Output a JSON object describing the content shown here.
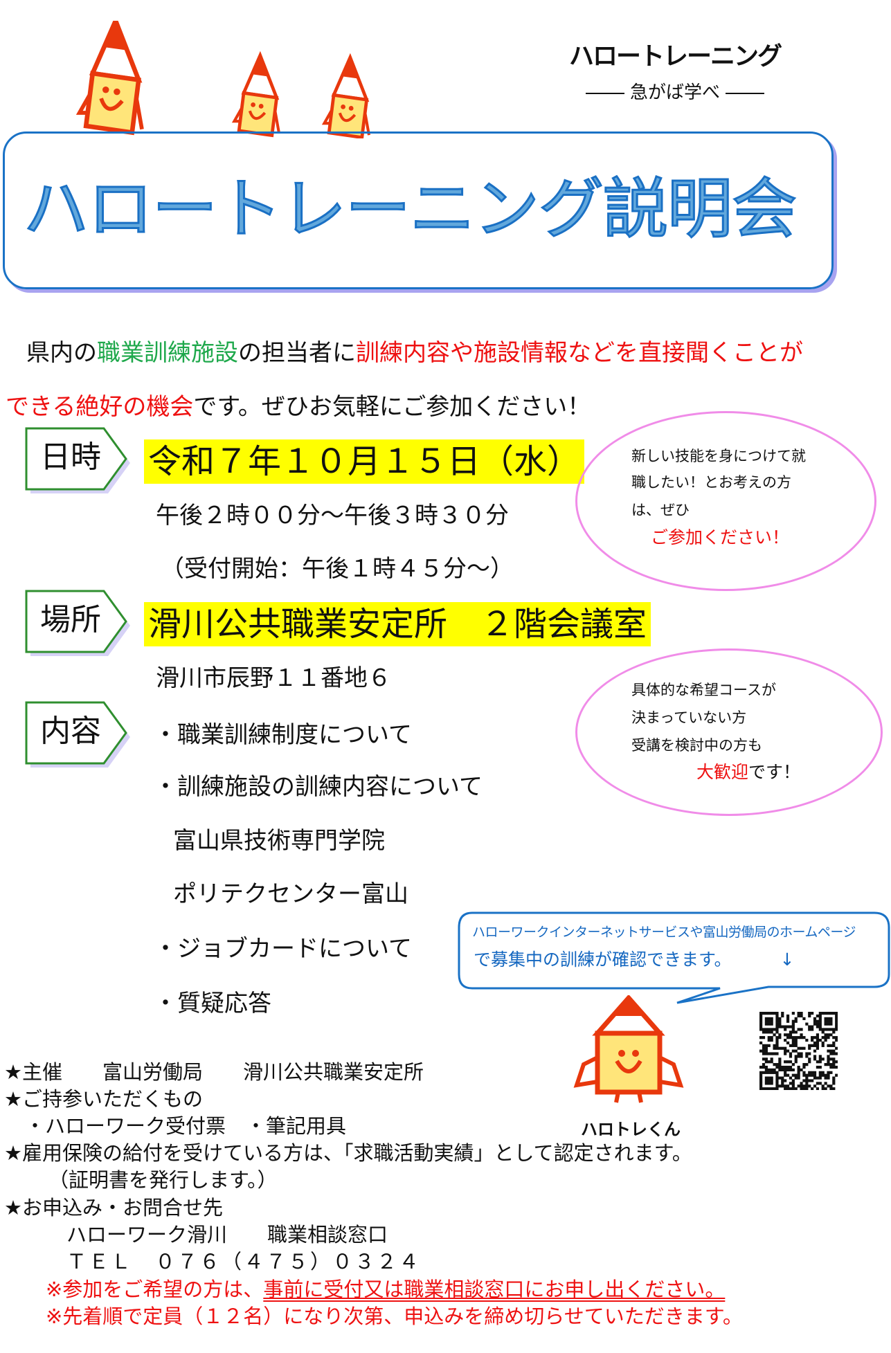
{
  "logo": {
    "main": "ハロートレーニング",
    "sub": "急がば学べ"
  },
  "title": "ハロートレーニング説明会",
  "intro": {
    "line1_a": "県内の",
    "line1_b": "職業訓練施設",
    "line1_c": "の担当者に",
    "line1_d": "訓練内容や施設情報などを直接聞くことが",
    "line2_a": "できる絶好の機会",
    "line2_b": "です。ぜひお気軽にご参加ください！"
  },
  "datetime": {
    "tag": "日時",
    "date": "令和７年１０月１５日（水）",
    "time": "午後２時００分～午後３時３０分",
    "reception": "（受付開始：午後１時４５分～）"
  },
  "place": {
    "tag": "場所",
    "name": "滑川公共職業安定所　２階会議室",
    "address": "滑川市辰野１１番地６"
  },
  "content": {
    "tag": "内容",
    "items": [
      "・職業訓練制度について",
      "・訓練施設の訓練内容について",
      "富山県技術専門学院",
      "ポリテクセンター富山",
      "・ジョブカードについて",
      "・質疑応答"
    ]
  },
  "bubble1": {
    "l1": "新しい技能を身につけて就",
    "l2": "職したい！とお考えの方",
    "l3": "は、ぜひ",
    "l4": "ご参加ください！"
  },
  "bubble2": {
    "l1": "具体的な希望コースが",
    "l2": "決まっていない方",
    "l3": "受講を検討中の方も",
    "l4a": "大歓迎",
    "l4b": "です！"
  },
  "speech": {
    "l1": "ハローワークインターネットサービスや富山労働局のホームページ",
    "l2": "で募集中の訓練が確認できます。",
    "arrow": "↓"
  },
  "mascot": {
    "name": "ハロトレくん"
  },
  "footer": {
    "organizer": "★主催　　富山労働局　　滑川公共職業安定所",
    "bring_label": "★ご持参いただくもの",
    "bring_items": "・ハローワーク受付票　・筆記用具",
    "insurance": "★雇用保険の給付を受けている方は、「求職活動実績」として認定されます。",
    "certificate": "（証明書を発行します。）",
    "contact_label": "★お申込み・お問合せ先",
    "contact_office": "ハローワーク滑川　　職業相談窓口",
    "tel": "ＴＥＬ　０７６（４７５）０３２４",
    "note1_a": "※参加をご希望の方は、",
    "note1_b": "事前に受付又は職業相談窓口にお申し出ください。",
    "note2": "※先着順で定員（１２名）になり次第、申込みを締め切らせていただきます。"
  },
  "colors": {
    "title_blue": "#62a8dc",
    "accent_red": "#ee1111",
    "accent_green": "#1ea84b",
    "highlight": "#ffff00",
    "mascot_orange": "#e8380d",
    "mascot_yellow": "#ffe57a"
  }
}
